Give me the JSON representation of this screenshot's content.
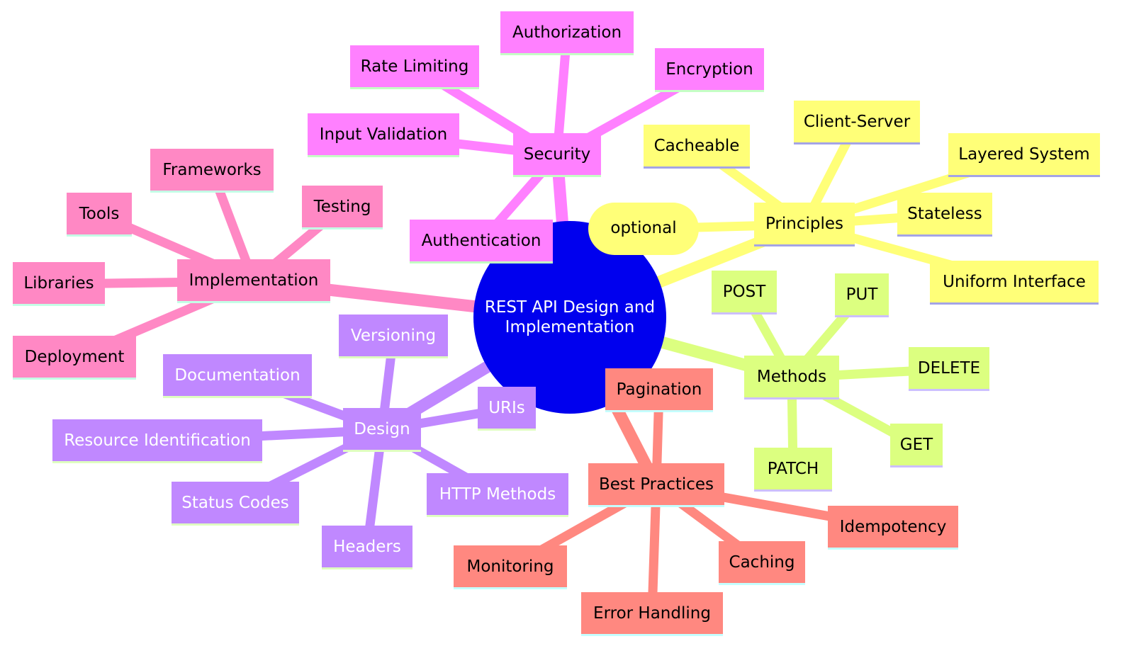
{
  "root": {
    "label_lines": [
      "REST API Design and",
      "Implementation"
    ],
    "fill": "#0000ee",
    "text_color": "#ffffff"
  },
  "branches": [
    {
      "key": "principles",
      "label": "Principles",
      "fill": "#ffff78",
      "underline": "#a4a4e6",
      "text_color": "#000000",
      "children": [
        {
          "key": "cacheable",
          "label": "Cacheable"
        },
        {
          "key": "client-server",
          "label": "Client-Server"
        },
        {
          "key": "layered-system",
          "label": "Layered System"
        },
        {
          "key": "stateless",
          "label": "Stateless"
        },
        {
          "key": "uniform-interface",
          "label": "Uniform Interface"
        },
        {
          "key": "optional",
          "label": "optional"
        }
      ]
    },
    {
      "key": "security",
      "label": "Security",
      "fill": "#ff80ff",
      "underline": "#c4ffc4",
      "text_color": "#000000",
      "children": [
        {
          "key": "authorization",
          "label": "Authorization"
        },
        {
          "key": "rate-limiting",
          "label": "Rate Limiting"
        },
        {
          "key": "encryption",
          "label": "Encryption"
        },
        {
          "key": "input-validation",
          "label": "Input Validation"
        },
        {
          "key": "authentication",
          "label": "Authentication"
        }
      ]
    },
    {
      "key": "implementation",
      "label": "Implementation",
      "fill": "#ff88c4",
      "underline": "#c4ffe6",
      "text_color": "#000000",
      "children": [
        {
          "key": "frameworks",
          "label": "Frameworks"
        },
        {
          "key": "tools",
          "label": "Tools"
        },
        {
          "key": "testing",
          "label": "Testing"
        },
        {
          "key": "libraries",
          "label": "Libraries"
        },
        {
          "key": "deployment",
          "label": "Deployment"
        }
      ]
    },
    {
      "key": "design",
      "label": "Design",
      "fill": "#c088ff",
      "underline": "#dfffc0",
      "text_color": "#ffffff",
      "children": [
        {
          "key": "versioning",
          "label": "Versioning"
        },
        {
          "key": "documentation",
          "label": "Documentation"
        },
        {
          "key": "uris",
          "label": "URIs"
        },
        {
          "key": "resource-identification",
          "label": "Resource Identification"
        },
        {
          "key": "status-codes",
          "label": "Status Codes"
        },
        {
          "key": "http-methods",
          "label": "HTTP Methods"
        },
        {
          "key": "headers",
          "label": "Headers"
        }
      ]
    },
    {
      "key": "methods",
      "label": "Methods",
      "fill": "#dcff80",
      "underline": "#ccbfff",
      "text_color": "#000000",
      "children": [
        {
          "key": "post",
          "label": "POST"
        },
        {
          "key": "put",
          "label": "PUT"
        },
        {
          "key": "delete",
          "label": "DELETE"
        },
        {
          "key": "get",
          "label": "GET"
        },
        {
          "key": "patch",
          "label": "PATCH"
        }
      ]
    },
    {
      "key": "best-practices",
      "label": "Best Practices",
      "fill": "#ff8880",
      "underline": "#c4ffff",
      "text_color": "#000000",
      "children": [
        {
          "key": "pagination",
          "label": "Pagination"
        },
        {
          "key": "idempotency",
          "label": "Idempotency"
        },
        {
          "key": "monitoring",
          "label": "Monitoring"
        },
        {
          "key": "caching",
          "label": "Caching"
        },
        {
          "key": "error-handling",
          "label": "Error Handling"
        }
      ]
    }
  ]
}
